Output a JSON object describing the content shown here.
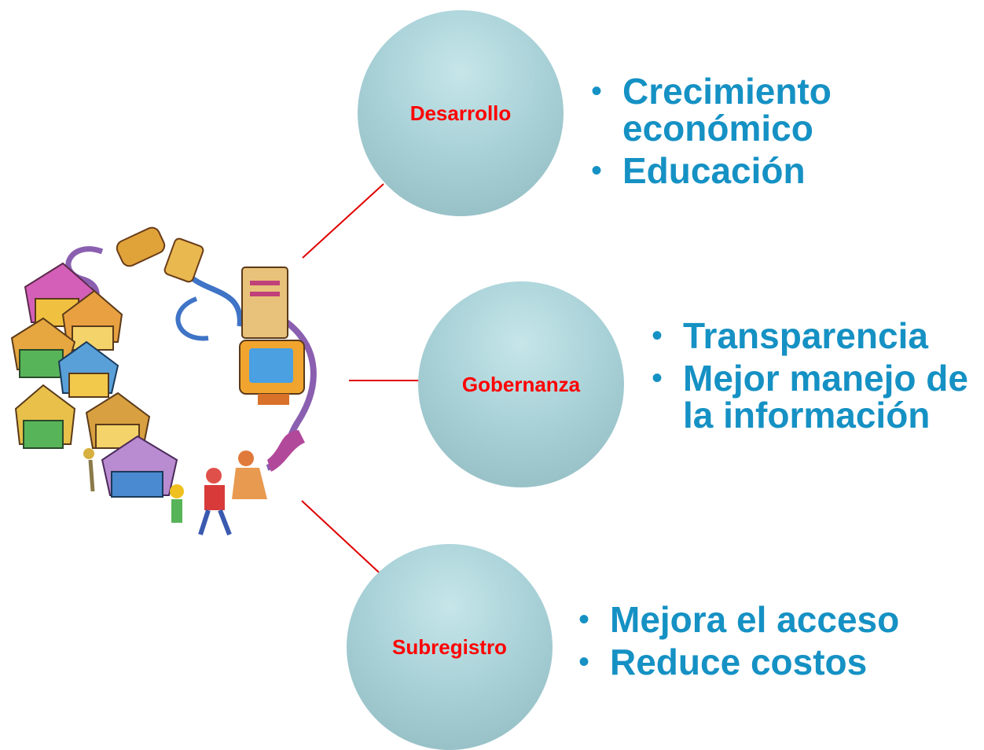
{
  "nodes": [
    {
      "label": "Desarrollo",
      "items": [
        "Crecimiento económico",
        "Educación"
      ]
    },
    {
      "label": "Gobernanza",
      "items": [
        "Transparencia",
        "Mejor manejo de la información"
      ]
    },
    {
      "label": "Subregistro",
      "items": [
        "Mejora el acceso",
        "Reduce costos"
      ]
    }
  ],
  "colors": {
    "connector": "#e00000",
    "node_label": "#ff0000",
    "bullet_text": "#1591c4",
    "circle_fill": "#a9d2d8"
  },
  "illustration": {
    "icon": "village-network-illustration"
  }
}
